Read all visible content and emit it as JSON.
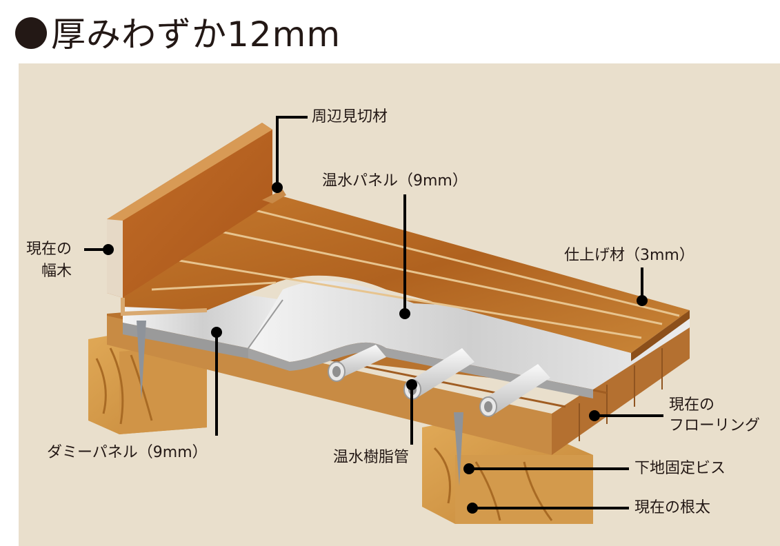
{
  "title": "厚みわずか12mm",
  "labels": {
    "edge_trim": "周辺見切材",
    "hot_water_panel": "温水パネル（9mm）",
    "baseboard_line1": "現在の",
    "baseboard_line2": "幅木",
    "finish_material": "仕上げ材（3mm）",
    "dummy_panel": "ダミーパネル（9mm）",
    "resin_pipe": "温水樹脂管",
    "flooring_line1": "現在の",
    "flooring_line2": "フローリング",
    "screw": "下地固定ビス",
    "joist": "現在の根太"
  }
}
